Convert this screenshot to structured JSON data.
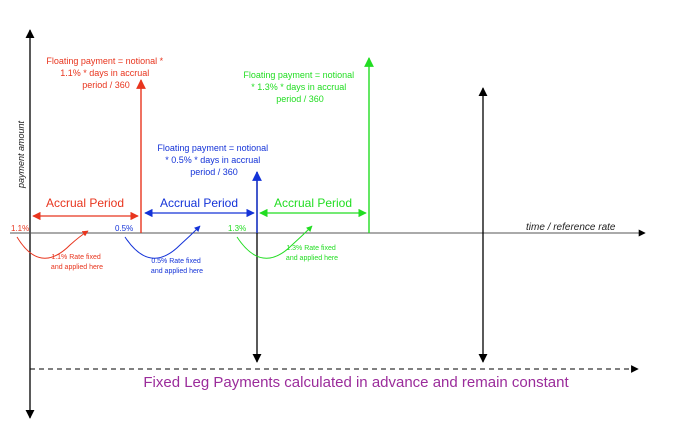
{
  "axes": {
    "y_label": "payment amount",
    "x_label": "time / reference rate"
  },
  "periods": [
    {
      "name": "Accrual Period",
      "rate": "1.1%",
      "color": "#e8351e",
      "payment_lines": [
        "Floating payment = notional *",
        "1.1% * days in accrual",
        "period / 360"
      ],
      "note_lines": [
        "1.1% Rate fixed",
        "and applied here"
      ]
    },
    {
      "name": "Accrual Period",
      "rate": "0.5%",
      "color": "#1433d8",
      "payment_lines": [
        "Floating payment = notional",
        "* 0.5% * days in accrual",
        "period / 360"
      ],
      "note_lines": [
        "0.5% Rate fixed",
        "and applied here"
      ]
    },
    {
      "name": "Accrual Period",
      "rate": "1.3%",
      "color": "#22dd22",
      "payment_lines": [
        "Floating payment = notional",
        "* 1.3% * days in accrual",
        "period / 360"
      ],
      "note_lines": [
        "1.3% Rate fixed",
        "and applied here"
      ]
    }
  ],
  "fixed_leg": {
    "text": "Fixed Leg Payments calculated in advance and remain constant",
    "color": "#9b2c9b"
  },
  "colors": {
    "axis": "#000000",
    "text_dark": "#222222"
  }
}
